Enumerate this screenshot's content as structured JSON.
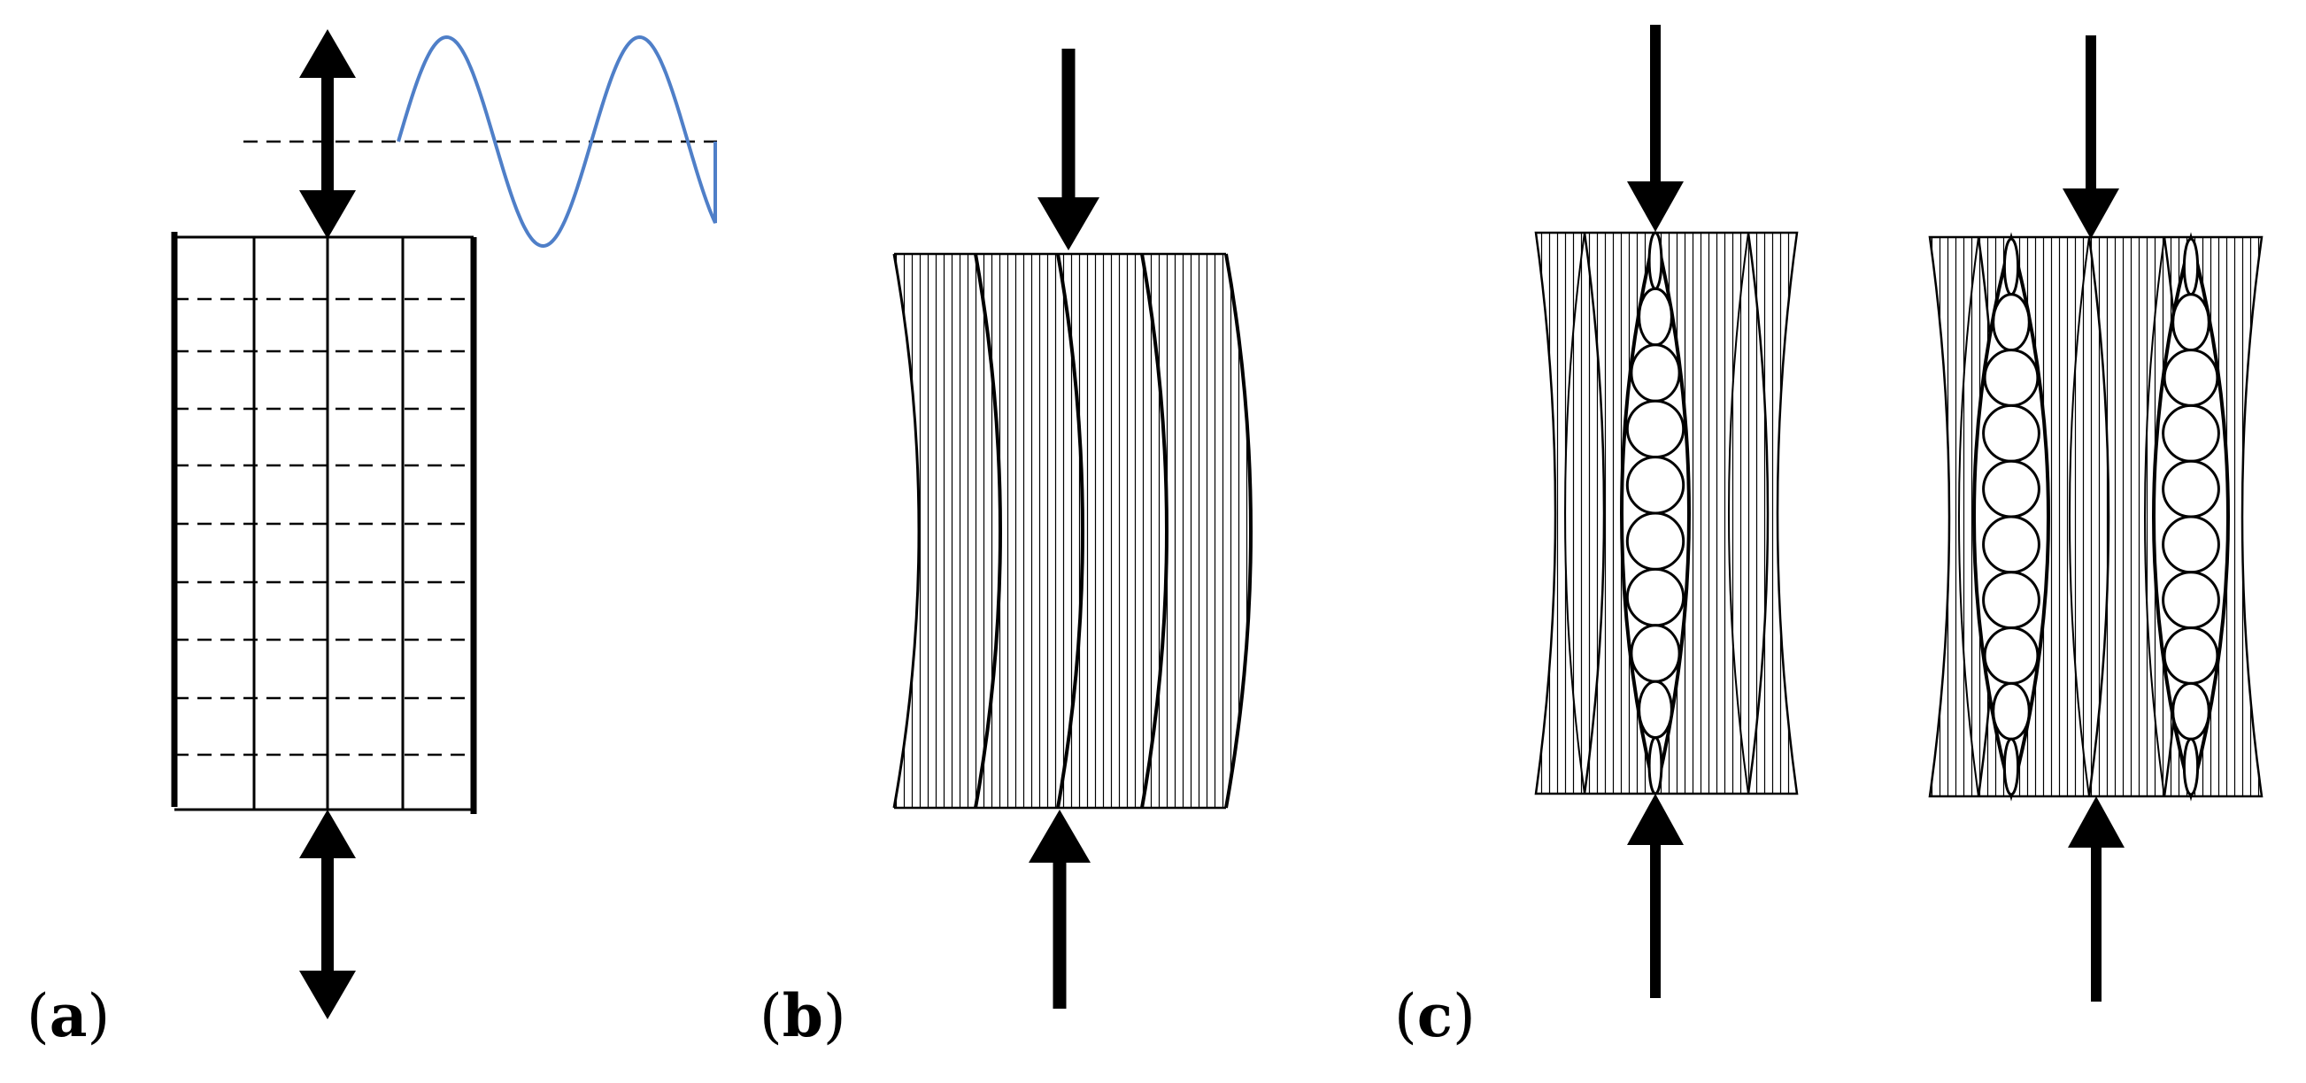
{
  "figure": {
    "panels": [
      {
        "id": "a",
        "letter": "a",
        "open": "(",
        "close": ")"
      },
      {
        "id": "b",
        "letter": "b",
        "open": "(",
        "close": ")"
      },
      {
        "id": "c",
        "letter": "c",
        "open": "(",
        "close": ")"
      }
    ],
    "colors": {
      "ink": "#000000",
      "sine_wave": "#4f7fc8",
      "background": "#ffffff"
    }
  }
}
